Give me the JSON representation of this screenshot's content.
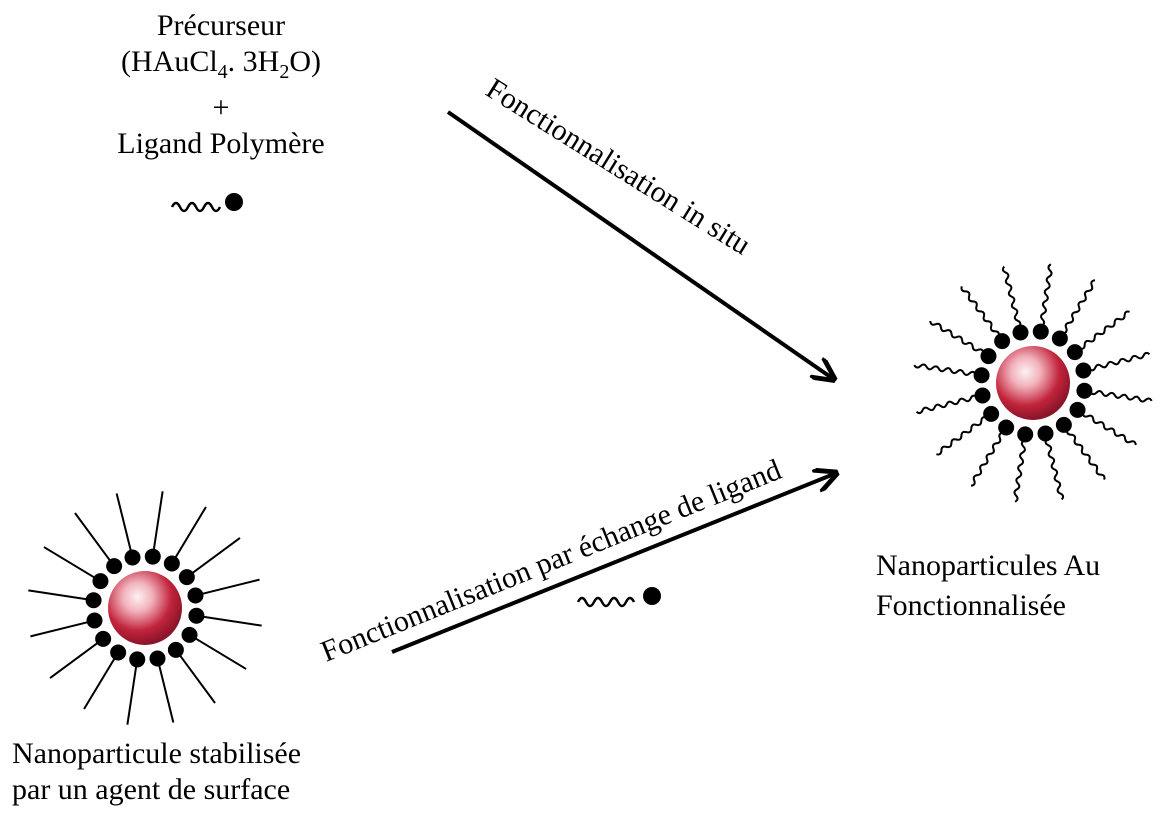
{
  "precursor": {
    "line1": "Précurseur",
    "formula_prefix": "(HAuCl",
    "formula_sub1": "4",
    "formula_mid": ". 3H",
    "formula_sub2": "2",
    "formula_suffix": "O)",
    "plus": "+",
    "ligand_label": "Ligand  Polymère"
  },
  "arrow_top": {
    "label": "Fonctionnalisation  in situ"
  },
  "arrow_bottom": {
    "label": "Fonctionnalisation  par échange de ligand"
  },
  "product": {
    "line1": "Nanoparticules  Au",
    "line2": "Fonctionnalisée"
  },
  "start_particle": {
    "line1": "Nanoparticule stabilisée",
    "line2": "par un agent de surface"
  },
  "colors": {
    "core": "#c2243c",
    "core_highlight": "#fbe6ea",
    "ligand_head": "#000000",
    "line": "#000000"
  }
}
